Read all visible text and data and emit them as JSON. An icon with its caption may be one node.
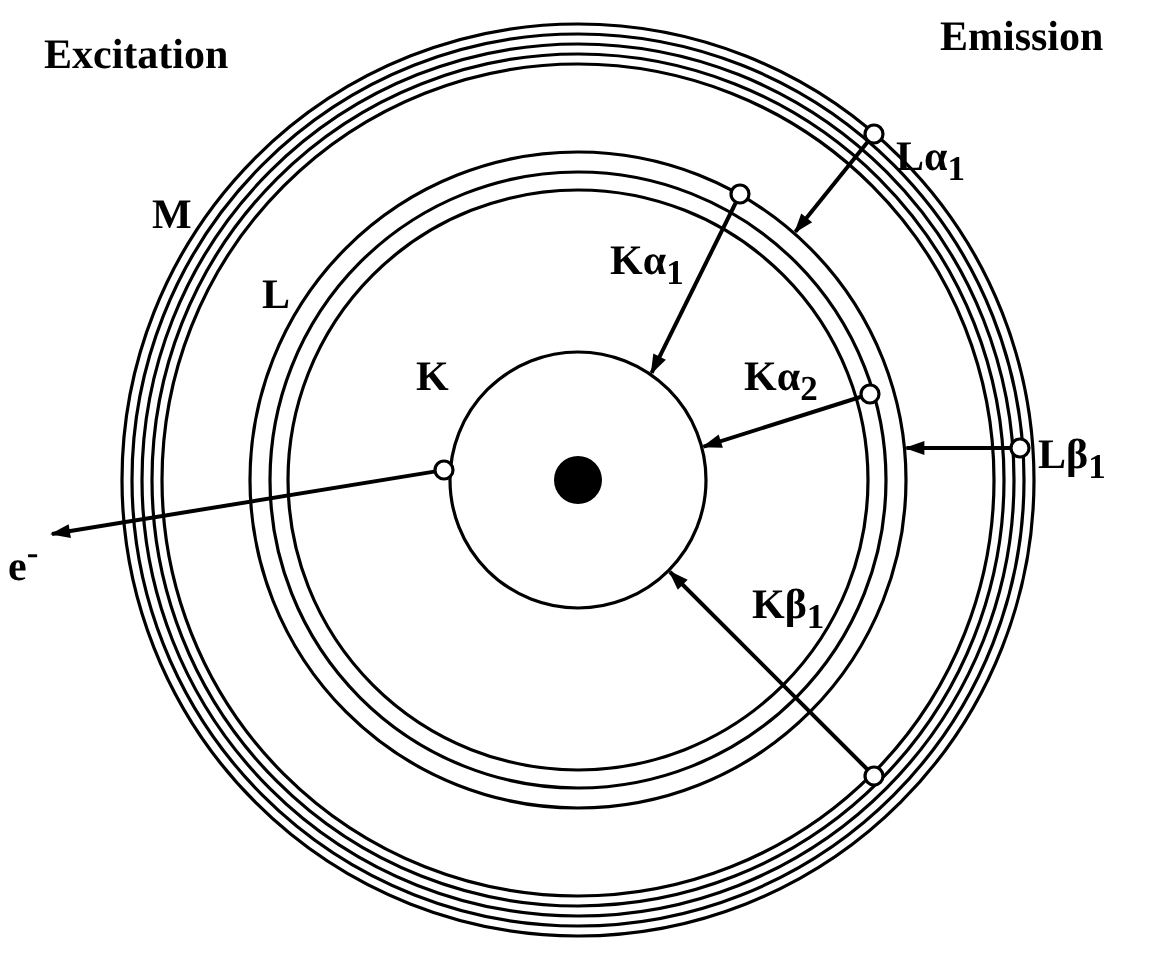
{
  "diagram": {
    "nodes": [
      {
        "text": [
          "M"
        ]
      },
      {
        "text": [
          "L"
        ],
        "in": 0
      },
      {
        "text": [
          "K"
        ],
        "in": 1
      },
      {
        "text": [],
        "shape": "circle"
      },
      {
        "text": [],
        "shape": "circle",
        "in": 0
      },
      {
        "text": [],
        "shape": "circle",
        "in": 1
      },
      {
        "text": [],
        "shape": "circle",
        "in": 0
      },
      {
        "text": [],
        "shape": "circle",
        "in": 1
      },
      {
        "text": [],
        "shape": "circle",
        "in": 0
      },
      {
        "text": [
          "e$^{-}$"
        ]
      }
    ],
    "edges": [
      {
        "from": 3,
        "to": 1,
        "arrow": "to",
        "label": "Lα$_{1}$"
      },
      {
        "from": 4,
        "to": 2,
        "arrow": "to",
        "label": "Kα$_{1}$"
      },
      {
        "from": 5,
        "to": 2,
        "arrow": "to",
        "label": "Kα$_{2}$"
      },
      {
        "from": 6,
        "to": 1,
        "arrow": "to",
        "label": "Lβ$_{1}$"
      },
      {
        "from": 7,
        "to": 9,
        "arrow": "to"
      },
      {
        "from": 8,
        "to": 2,
        "arrow": "to",
        "label": "Kβ$_{1}$"
      }
    ],
    "labels": [
      "Excitation",
      "Emission"
    ]
  }
}
